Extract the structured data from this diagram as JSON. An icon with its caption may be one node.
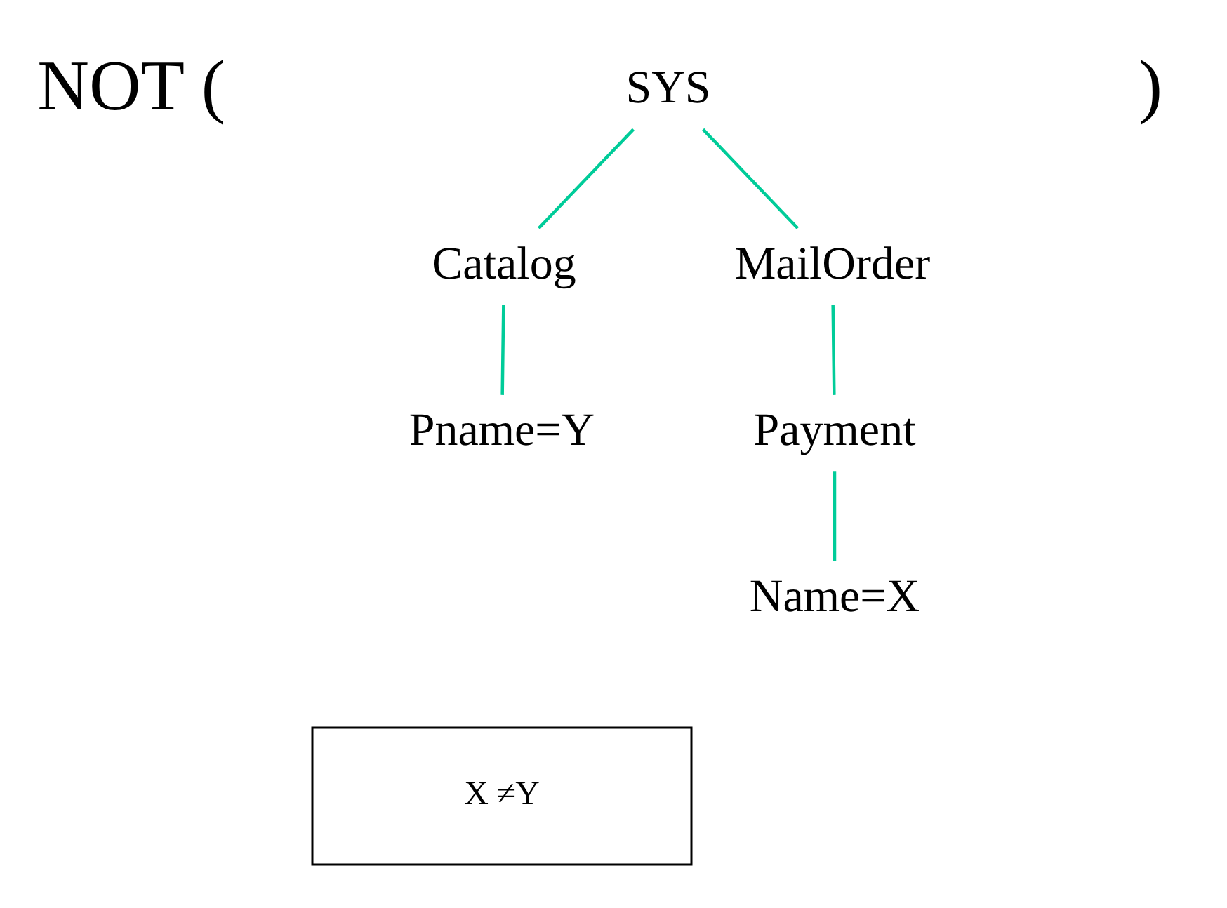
{
  "diagram": {
    "nodes": [
      {
        "text": [
          "SYS"
        ]
      },
      {
        "text": [
          "Catalog"
        ]
      },
      {
        "text": [
          "MailOrder"
        ]
      },
      {
        "text": [
          "Pname=Y"
        ]
      },
      {
        "text": [
          "Payment"
        ]
      },
      {
        "text": [
          "Name=X"
        ]
      },
      {
        "text": [
          "X ≠Y"
        ]
      }
    ],
    "edges": [
      {
        "from": 0,
        "to": 1,
        "arrow": "none"
      },
      {
        "from": 0,
        "to": 2,
        "arrow": "none"
      },
      {
        "from": 1,
        "to": 3,
        "arrow": "none"
      },
      {
        "from": 2,
        "to": 4,
        "arrow": "none"
      },
      {
        "from": 4,
        "to": 5,
        "arrow": "none"
      }
    ],
    "labels": [
      "NOT (",
      ")"
    ]
  }
}
